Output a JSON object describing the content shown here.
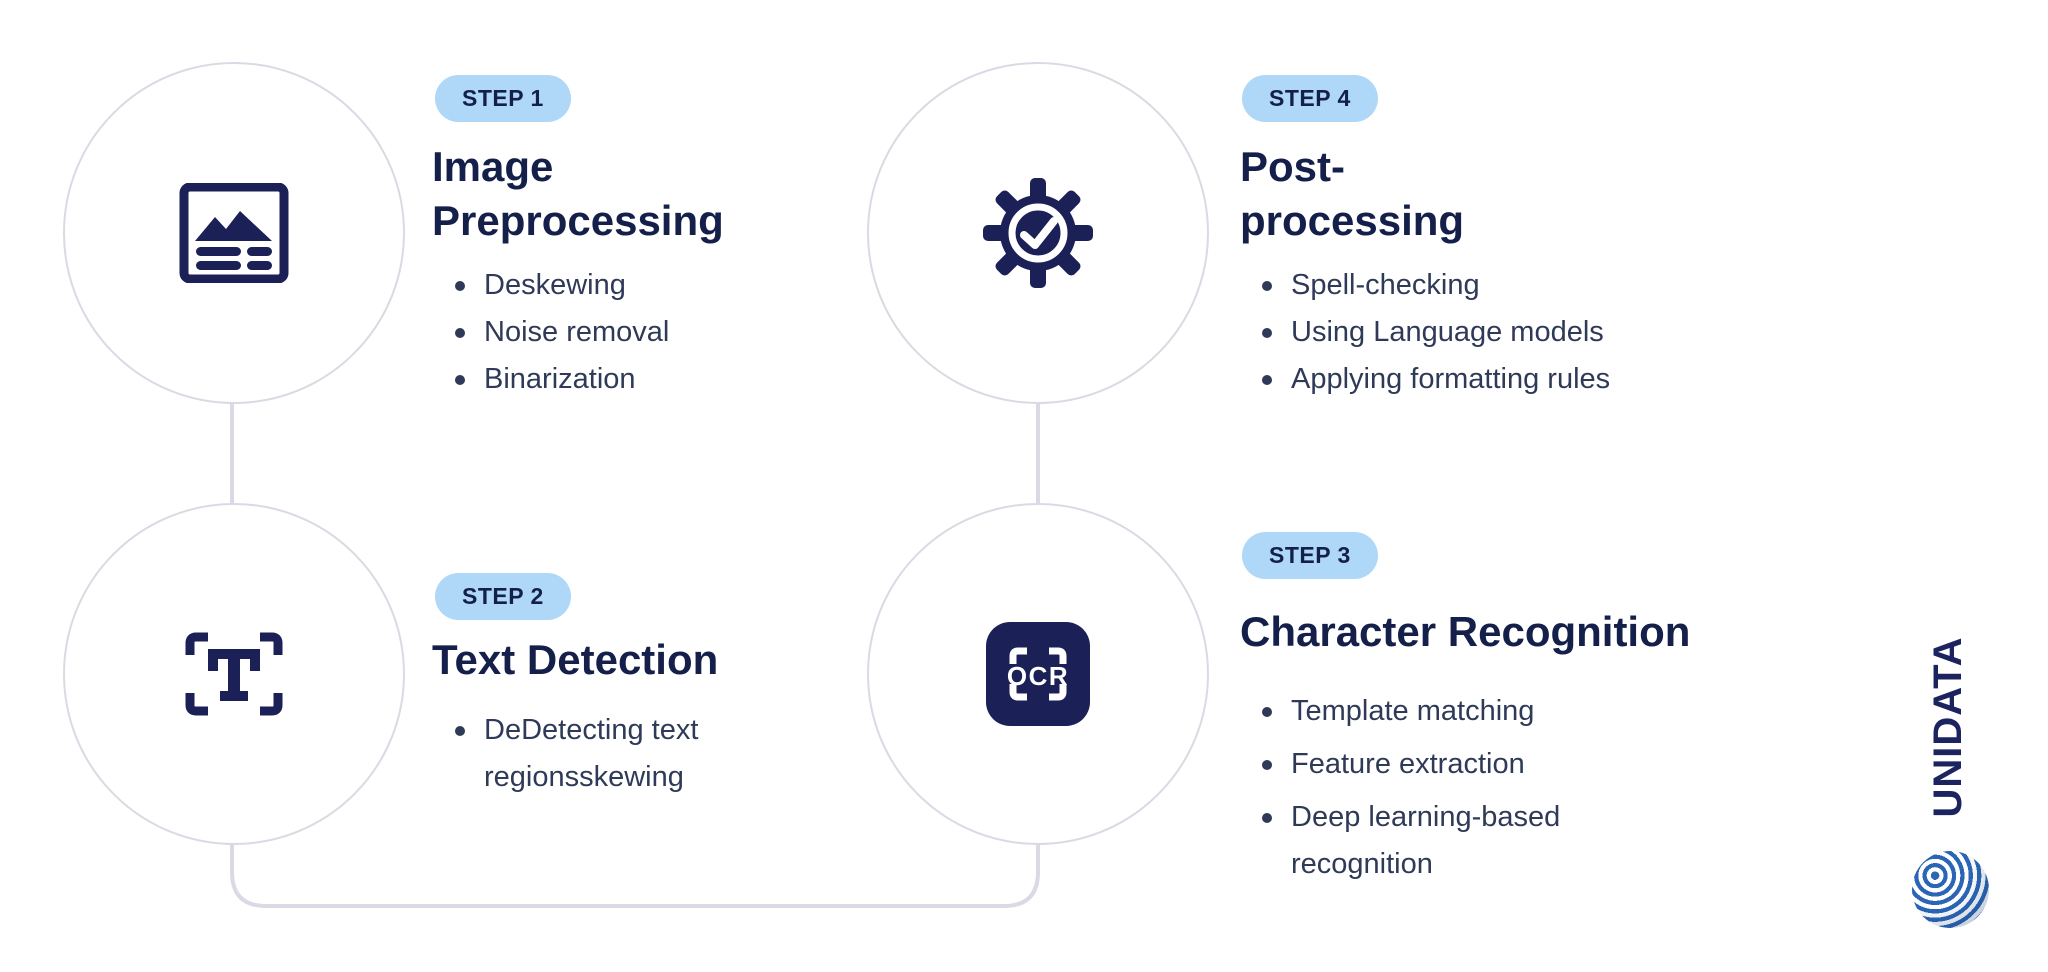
{
  "brand": {
    "name": "UNIDATA"
  },
  "steps": [
    {
      "badge": "STEP 1",
      "title_lines": [
        "Image",
        "Preprocessing"
      ],
      "bullets": [
        "Deskewing",
        "Noise removal",
        "Binarization"
      ],
      "icon": "image-icon"
    },
    {
      "badge": "STEP 2",
      "title_lines": [
        "Text Detection"
      ],
      "bullets": [
        "DeDetecting text regionsskewing"
      ],
      "icon": "text-scan-icon"
    },
    {
      "badge": "STEP 3",
      "title_lines": [
        "Character Recognition"
      ],
      "bullets": [
        "Template matching",
        "Feature extraction",
        "Deep learning-based recognition"
      ],
      "icon": "ocr-scan-icon",
      "icon_label": "OCR"
    },
    {
      "badge": "STEP 4",
      "title_lines": [
        "Post-",
        "processing"
      ],
      "bullets": [
        "Spell-checking",
        "Using Language models",
        "Applying formatting rules"
      ],
      "icon": "gear-check-icon"
    }
  ],
  "colors": {
    "navy_text": "#141f4a",
    "icon_navy": "#1b2057",
    "badge_bg": "#aed7f8",
    "bullet_text": "#2e3a57",
    "connector": "#d9dae3",
    "logo_blue": "#2a66b5"
  }
}
